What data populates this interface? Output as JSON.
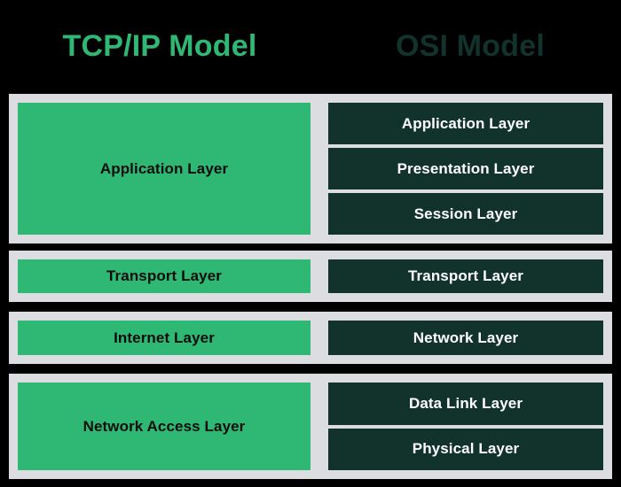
{
  "header": {
    "left_title": "TCP/IP Model",
    "right_title": "OSI Model"
  },
  "colors": {
    "background": "#000000",
    "band": "#dcdde0",
    "tcp_green": "#2fb874",
    "osi_dark": "#11332c",
    "green_text": "#0d0d0d",
    "dark_text": "#ffffff"
  },
  "rows": [
    {
      "tcpip": [
        "Application Layer"
      ],
      "osi": [
        "Application Layer",
        "Presentation Layer",
        "Session Layer"
      ]
    },
    {
      "tcpip": [
        "Transport Layer"
      ],
      "osi": [
        "Transport Layer"
      ]
    },
    {
      "tcpip": [
        "Internet Layer"
      ],
      "osi": [
        "Network Layer"
      ]
    },
    {
      "tcpip": [
        "Network Access Layer"
      ],
      "osi": [
        "Data Link Layer",
        "Physical Layer"
      ]
    }
  ]
}
